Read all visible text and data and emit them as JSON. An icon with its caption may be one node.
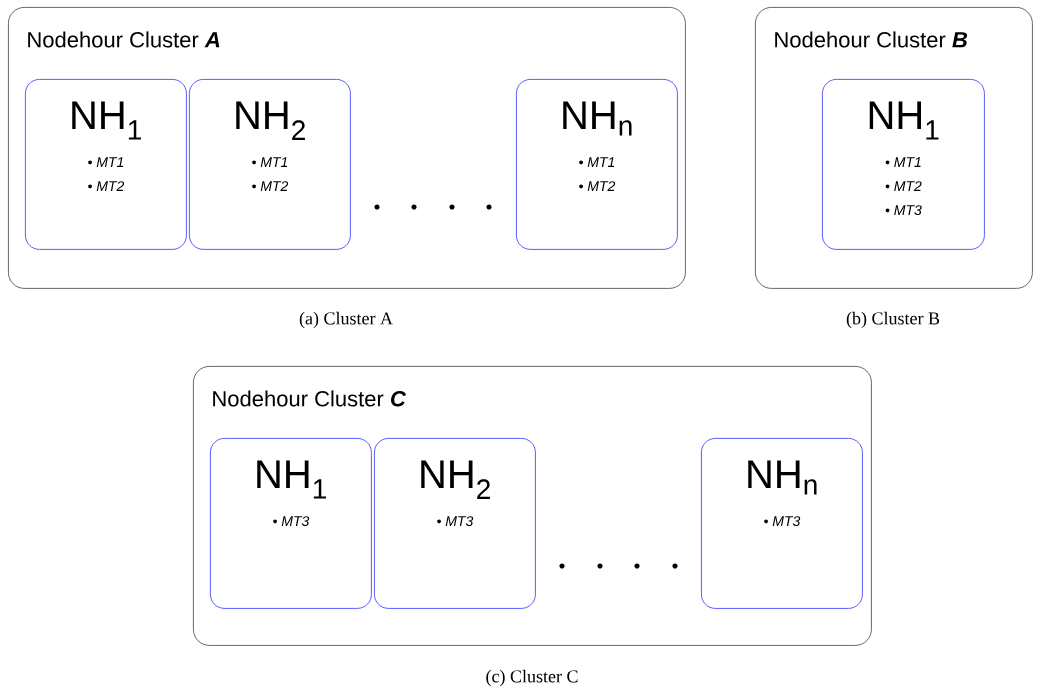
{
  "diagram": {
    "nodes": [
      {
        "text": [
          "Nodehour Cluster **A**"
        ]
      },
      {
        "text": [
          "NH$_{1}$",
          "• MT1",
          "• MT2"
        ],
        "in": 0
      },
      {
        "text": [
          "NH$_{2}$",
          "• MT1",
          "• MT2"
        ],
        "in": 0
      },
      {
        "text": [
          "NH$_{n}$",
          "• MT1",
          "• MT2"
        ],
        "in": 0
      },
      {
        "text": [
          "Nodehour Cluster **B**"
        ]
      },
      {
        "text": [
          "NH$_{1}$",
          "• MT1",
          "• MT2",
          "• MT3"
        ],
        "in": 4
      },
      {
        "text": [
          "Nodehour Cluster **C**"
        ]
      },
      {
        "text": [
          "NH$_{1}$",
          "• MT3"
        ],
        "in": 6
      },
      {
        "text": [
          "NH$_{2}$",
          "• MT3"
        ],
        "in": 6
      },
      {
        "text": [
          "NH$_{n}$",
          "• MT3"
        ],
        "in": 6
      }
    ],
    "labels": [
      "(a) Cluster A",
      "(b) Cluster B",
      "(c) Cluster C"
    ]
  }
}
